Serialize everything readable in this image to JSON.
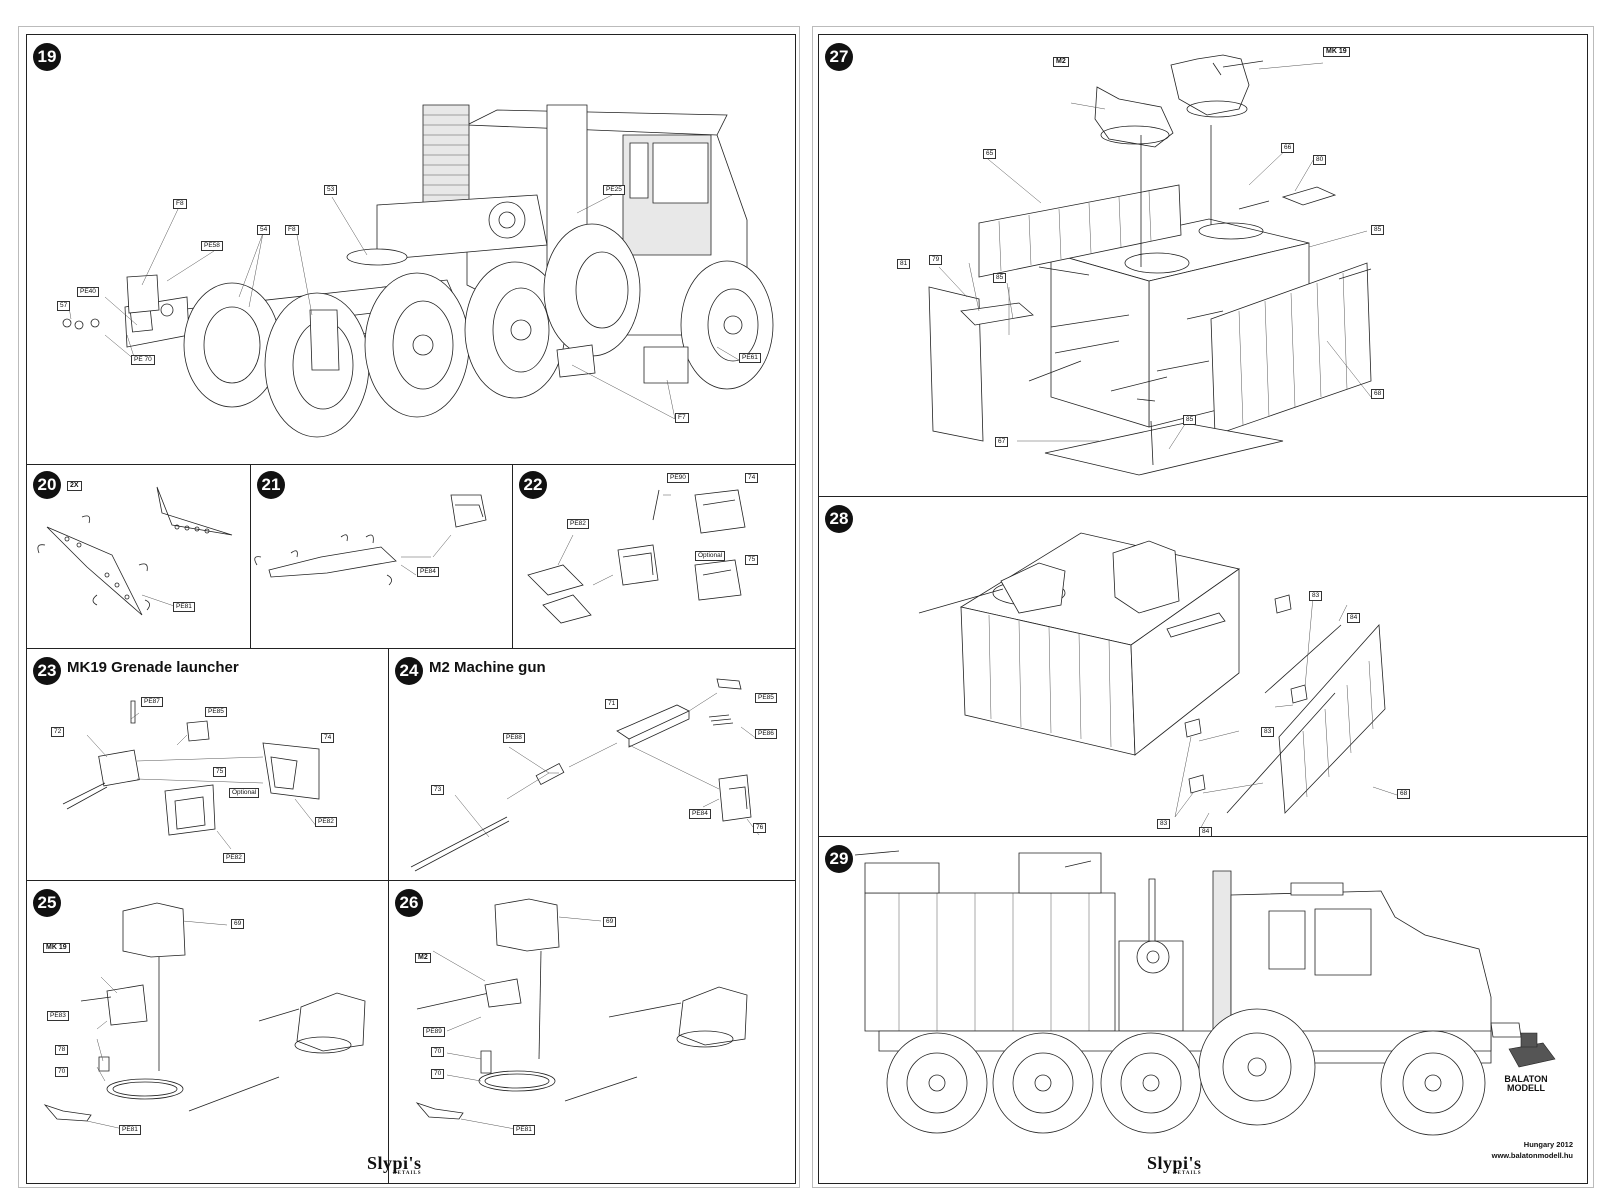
{
  "left_page": {
    "steps": {
      "s19": {
        "number": "19",
        "labels": {
          "f8a": "F8",
          "pe58": "PE58",
          "s54": "54",
          "f8b": "F8",
          "s53": "53",
          "pe25": "PE25",
          "pe40": "PE40",
          "s57": "57",
          "pe70": "PE 70",
          "pe61": "PE61",
          "f7": "F7"
        }
      },
      "s20": {
        "number": "20",
        "qty": "2X",
        "labels": {
          "pe81": "PE81"
        }
      },
      "s21": {
        "number": "21",
        "labels": {
          "pe84": "PE84"
        }
      },
      "s22": {
        "number": "22",
        "labels": {
          "pe90": "PE90",
          "s74": "74",
          "pe82": "PE82",
          "optional": "Optional",
          "s75": "75"
        }
      },
      "s23": {
        "number": "23",
        "title": "MK19 Grenade launcher",
        "labels": {
          "pe87": "PE87",
          "pe85": "PE85",
          "s72": "72",
          "s75": "75",
          "s74": "74",
          "optional": "Optional",
          "pe82a": "PE82",
          "pe82b": "PE82"
        }
      },
      "s24": {
        "number": "24",
        "title": "M2 Machine gun",
        "labels": {
          "s71": "71",
          "pe85": "PE85",
          "pe88": "PE88",
          "pe86": "PE86",
          "s73": "73",
          "pe84": "PE84",
          "s76": "76"
        }
      },
      "s25": {
        "number": "25",
        "labels": {
          "s69": "69",
          "mk19": "MK 19",
          "pe83": "PE83",
          "s78": "78",
          "s70": "70",
          "pe81": "PE81"
        }
      },
      "s26": {
        "number": "26",
        "labels": {
          "s69": "69",
          "m2": "M2",
          "pe89": "PE89",
          "s70a": "70",
          "s70b": "70",
          "pe81": "PE81"
        }
      }
    },
    "brand": {
      "name": "Slypi's",
      "sub": "DETAILS"
    }
  },
  "right_page": {
    "steps": {
      "s27": {
        "number": "27",
        "labels": {
          "m2": "M2",
          "mk19": "MK 19",
          "s66": "66",
          "s80": "80",
          "s65": "65",
          "s81": "81",
          "s79": "79",
          "s85a": "85",
          "s85b": "85",
          "s85c": "85",
          "s68": "68",
          "s67": "67"
        }
      },
      "s28": {
        "number": "28",
        "labels": {
          "s83a": "83",
          "s84a": "84",
          "s83b": "83",
          "s83c": "83",
          "s84b": "84",
          "s68": "68"
        }
      },
      "s29": {
        "number": "29"
      }
    },
    "brand": {
      "name": "Slypi's",
      "sub": "DETAILS"
    },
    "logo": {
      "line1": "BALATON",
      "line2": "MODELL"
    },
    "footer": {
      "country_year": "Hungary 2012",
      "website": "www.balatonmodell.hu"
    }
  }
}
